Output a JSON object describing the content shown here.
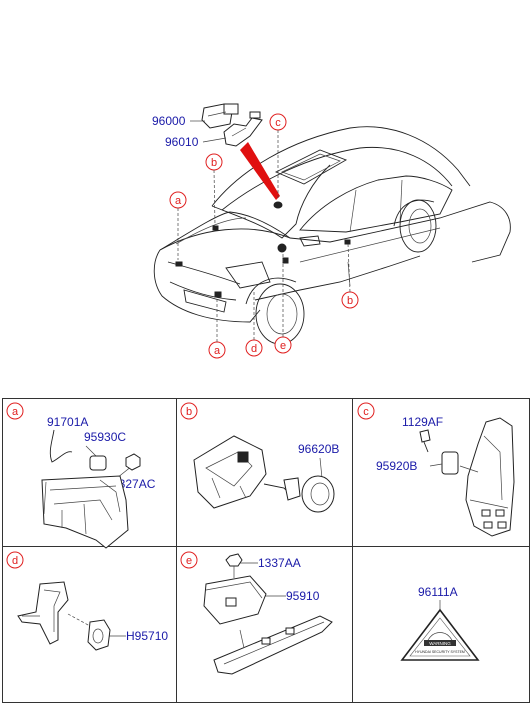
{
  "overview": {
    "part_labels": [
      "96000",
      "96010"
    ],
    "callouts": [
      "c",
      "b",
      "a",
      "b",
      "a",
      "d",
      "e"
    ]
  },
  "panels": [
    {
      "letter": "a",
      "parts": [
        "91701A",
        "95930C",
        "1327AC"
      ]
    },
    {
      "letter": "b",
      "parts": [
        "96620B"
      ]
    },
    {
      "letter": "c",
      "parts": [
        "1129AF",
        "95920B"
      ]
    },
    {
      "letter": "d",
      "parts": [
        "H95710"
      ]
    },
    {
      "letter": "e",
      "parts": [
        "1337AA",
        "95910"
      ]
    },
    {
      "letter": "",
      "parts": [
        "96111A"
      ]
    }
  ],
  "warning_label": {
    "title": "WARNING",
    "caption": "HYUNDAI SECURITY SYSTEM"
  },
  "colors": {
    "part_number": "#1a1aa8",
    "callout": "#e02020",
    "lines": "#222222",
    "arrow": "#e01010"
  },
  "icons": {
    "callout": "red-circle-letter",
    "overview": "sedan-three-quarter-view"
  }
}
